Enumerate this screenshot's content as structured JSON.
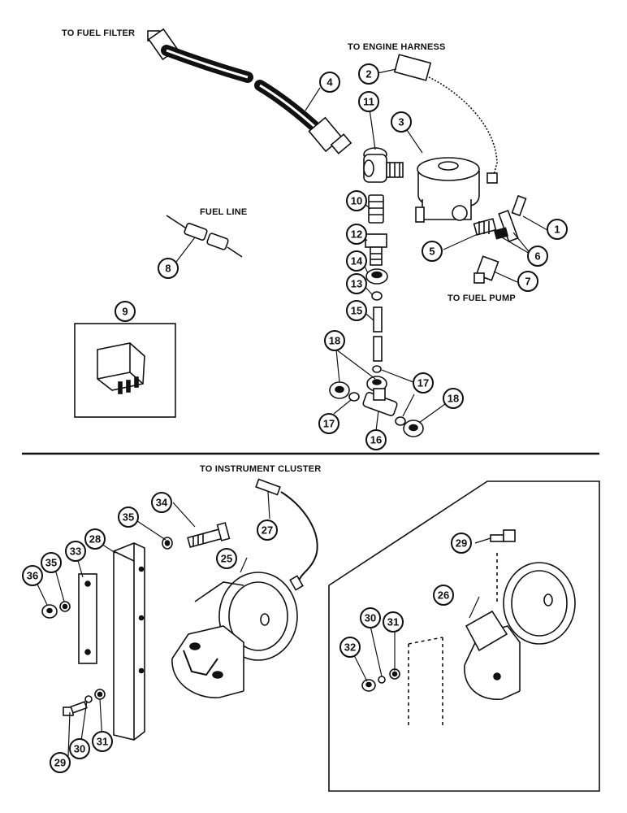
{
  "labels": {
    "to_fuel_filter": "TO FUEL FILTER",
    "to_engine_harness": "TO ENGINE HARNESS",
    "fuel_line": "FUEL LINE",
    "to_fuel_pump": "TO FUEL PUMP",
    "to_instrument_cluster": "TO INSTRUMENT CLUSTER"
  },
  "callouts": [
    "1",
    "2",
    "3",
    "4",
    "5",
    "6",
    "7",
    "8",
    "9",
    "10",
    "11",
    "12",
    "13",
    "14",
    "15",
    "16",
    "17",
    "17",
    "18",
    "18",
    "25",
    "26",
    "27",
    "28",
    "29",
    "29",
    "30",
    "30",
    "31",
    "31",
    "32",
    "33",
    "34",
    "35",
    "35",
    "36"
  ]
}
